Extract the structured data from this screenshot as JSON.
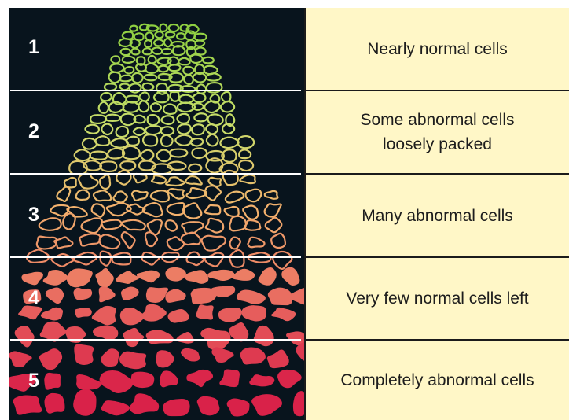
{
  "grades": [
    {
      "number": "1",
      "description": "Nearly normal cells"
    },
    {
      "number": "2",
      "description": "Some abnormal cells loosely packed"
    },
    {
      "number": "3",
      "description": "Many abnormal cells"
    },
    {
      "number": "4",
      "description": "Very few normal cells left"
    },
    {
      "number": "5",
      "description": "Completely abnormal cells"
    }
  ],
  "colors": {
    "left_background": "#08141d",
    "right_background": "#fff7c7",
    "grade1_cells": "#8ccf3f",
    "grade2_cells": "#c8de6a",
    "grade3_cells": "#f3b26d",
    "grade4_cells": "#ea7162",
    "grade5_cells": "#d92249"
  }
}
